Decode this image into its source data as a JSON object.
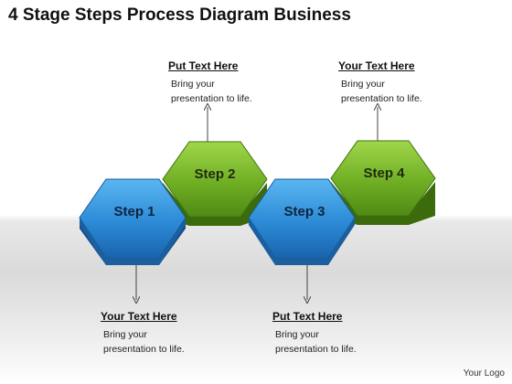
{
  "title": "4 Stage Steps Process Diagram Business",
  "steps": [
    {
      "label": "Step 1",
      "color": "blue"
    },
    {
      "label": "Step 2",
      "color": "green"
    },
    {
      "label": "Step 3",
      "color": "blue"
    },
    {
      "label": "Step 4",
      "color": "green"
    }
  ],
  "callouts": [
    {
      "heading": "Your Text Here",
      "line1": "Bring your",
      "line2": "presentation to life."
    },
    {
      "heading": "Put Text Here",
      "line1": "Bring your",
      "line2": "presentation to life."
    },
    {
      "heading": "Put Text Here",
      "line1": "Bring your",
      "line2": "presentation to life."
    },
    {
      "heading": "Your Text Here",
      "line1": "Bring your",
      "line2": "presentation to life."
    }
  ],
  "logo": "Your Logo",
  "colors": {
    "blue_light": "#4aa8ea",
    "blue_dark": "#1b62a6",
    "blue_side": "#114e8c",
    "green_light": "#8dc63f",
    "green_dark": "#4c8410",
    "green_side": "#3c6b0c"
  }
}
